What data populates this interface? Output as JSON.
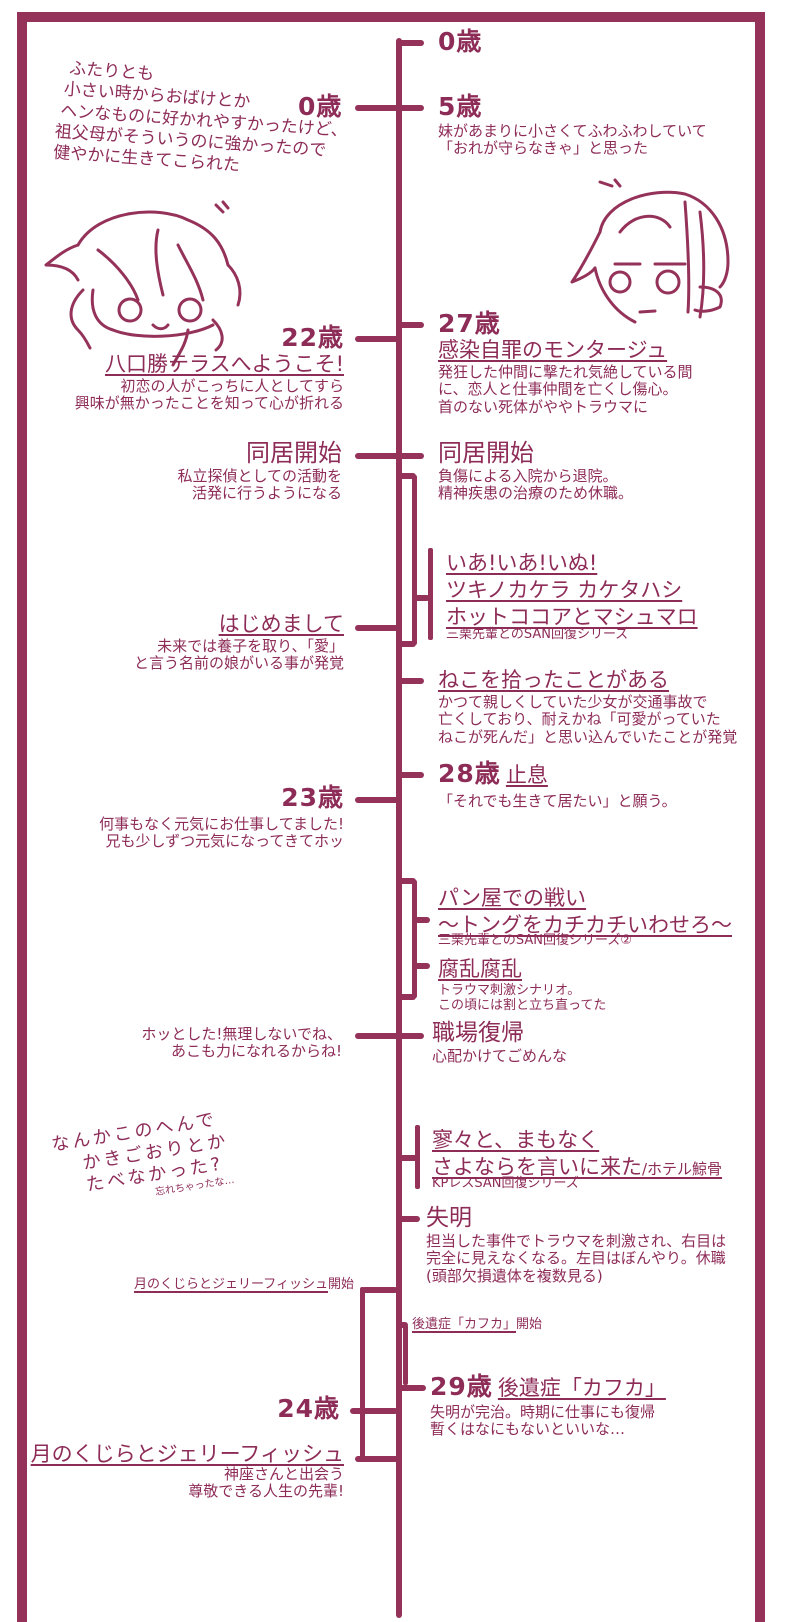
{
  "colors": {
    "accent": "#953259",
    "background": "#ffffff"
  },
  "intro_note": {
    "lines": [
      "ふたりとも",
      "小さい時からおばけとか",
      "ヘンなものに好かれやすかったけど、",
      "祖父母がそういうのに強かったので",
      "健やかに生きてこられた"
    ]
  },
  "left": {
    "age0": "0歳",
    "age22": "22歳",
    "scenario_welcome": "八口勝テラスへようこそ!",
    "welcome_desc": [
      "初恋の人がこっちに人としてすら",
      "興味が無かったことを知って心が折れる"
    ],
    "cohabit_title": "同居開始",
    "cohabit_desc": [
      "私立探偵としての活動を",
      "活発に行うようになる"
    ],
    "hajimemashite": "はじめまして",
    "hajimemashite_desc": [
      "未来では養子を取り、「愛」",
      "と言う名前の娘がいる事が発覚"
    ],
    "age23": "23歳",
    "age23_desc": [
      "何事もなく元気にお仕事してました!",
      "兄も少しずつ元気になってきてホッ"
    ],
    "relief": [
      "ホッとした!無理しないでね、",
      "あこも力になれるからね!"
    ],
    "kakigori_note": [
      "なんかこのへんで",
      "かきごおりとか",
      "たべなかった?"
    ],
    "kakigori_small": "忘れちゃったな…",
    "moon_start": "月のくじらとジェリーフィッシュ",
    "moon_start_suffix": "開始",
    "age24": "24歳",
    "moon_title": "月のくじらとジェリーフィッシュ",
    "moon_desc": [
      "神座さんと出会う",
      "尊敬できる人生の先輩!"
    ]
  },
  "right": {
    "age0": "0歳",
    "age5": "5歳",
    "age5_desc": [
      "妹があまりに小さくてふわふわしていて",
      "「おれが守らなきゃ」と思った"
    ],
    "age27": "27歳",
    "scenario_montage": "感染自罪のモンタージュ",
    "montage_desc": [
      "発狂した仲間に撃たれ気絶している間",
      "に、恋人と仕事仲間を亡くし傷心。",
      "首のない死体がややトラウマに"
    ],
    "cohabit_title": "同居開始",
    "cohabit_desc": [
      "負傷による入院から退院。",
      "精神疾患の治療のため休職。"
    ],
    "san_series": [
      "いあ!いあ!いぬ!",
      "ツキノカケラ カケタハシ",
      "ホットココアとマシュマロ"
    ],
    "san_series_note": "三栗先輩とのSAN回復シリーズ",
    "cat_title": "ねこを拾ったことがある",
    "cat_desc": [
      "かつて親しくしていた少女が交通事故で",
      "亡くしており、耐えかね「可愛がっていた",
      "ねこが死んだ」と思い込んでいたことが発覚"
    ],
    "age28": "28歳",
    "stop_breath": "止息",
    "age28_desc": "「それでも生きて居たい」と願う。",
    "bakery_title": [
      "パン屋での戦い",
      "〜トングをカチカチいわせろ〜"
    ],
    "bakery_note": "三栗先輩とのSAN回復シリーズ②",
    "fuuran_title": "腐乱腐乱",
    "fuuran_desc": [
      "トラウマ刺激シナリオ。",
      "この頃には割と立ち直ってた"
    ],
    "return_title": "職場復帰",
    "return_desc": "心配かけてごめんな",
    "hotel_title": [
      "寥々と、まもなく",
      "さよならを言いに来た"
    ],
    "hotel_suffix": "/ホテル鯨骨",
    "hotel_note": "KPレスSAN回復シリーズ",
    "blind_title": "失明",
    "blind_desc": [
      "担当した事件でトラウマを刺激され、右目は",
      "完全に見えなくなる。左目はぼんやり。休職",
      "(頭部欠損遺体を複数見る)"
    ],
    "kafka_start": "後遺症「カフカ」",
    "kafka_start_suffix": "開始",
    "age29": "29歳",
    "kafka_title": "後遺症「カフカ」",
    "kafka_desc": [
      "失明が完治。時期に仕事にも復帰",
      "暫くはなにもないといいな…"
    ]
  }
}
